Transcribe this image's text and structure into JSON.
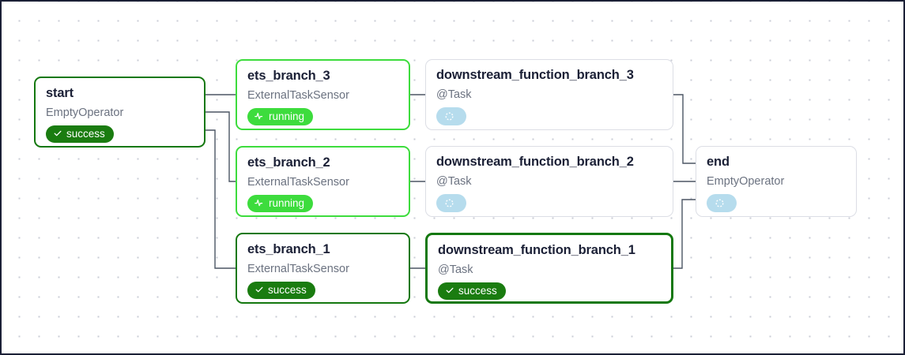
{
  "graph": {
    "background": "#ffffff",
    "border_color": "#1b2036",
    "dot_color": "#c9ccd6",
    "colors": {
      "success": "#1a7c10",
      "running": "#3ddc3d",
      "queued": "#b6dced",
      "edge": "#4b5563",
      "muted_text": "#6b7280",
      "title_text": "#1b2036"
    },
    "nodes": [
      {
        "id": "start",
        "title": "start",
        "type": "EmptyOperator",
        "status": "success",
        "status_label": "success",
        "status_icon": "check-icon"
      },
      {
        "id": "ets_branch_3",
        "title": "ets_branch_3",
        "type": "ExternalTaskSensor",
        "status": "running",
        "status_label": "running",
        "status_icon": "pulse-icon"
      },
      {
        "id": "ets_branch_2",
        "title": "ets_branch_2",
        "type": "ExternalTaskSensor",
        "status": "running",
        "status_label": "running",
        "status_icon": "pulse-icon"
      },
      {
        "id": "ets_branch_1",
        "title": "ets_branch_1",
        "type": "ExternalTaskSensor",
        "status": "success",
        "status_label": "success",
        "status_icon": "check-icon"
      },
      {
        "id": "downstream_function_branch_3",
        "title": "downstream_function_branch_3",
        "type": "@Task",
        "status": "none",
        "status_label": "",
        "status_icon": "dashed-circle-icon"
      },
      {
        "id": "downstream_function_branch_2",
        "title": "downstream_function_branch_2",
        "type": "@Task",
        "status": "none",
        "status_label": "",
        "status_icon": "dashed-circle-icon"
      },
      {
        "id": "downstream_function_branch_1",
        "title": "downstream_function_branch_1",
        "type": "@Task",
        "status": "success",
        "status_label": "success",
        "status_icon": "check-icon"
      },
      {
        "id": "end",
        "title": "end",
        "type": "EmptyOperator",
        "status": "none",
        "status_label": "",
        "status_icon": "dashed-circle-icon"
      }
    ],
    "edges": [
      {
        "from": "start",
        "to": "ets_branch_3"
      },
      {
        "from": "start",
        "to": "ets_branch_2"
      },
      {
        "from": "start",
        "to": "ets_branch_1"
      },
      {
        "from": "ets_branch_3",
        "to": "downstream_function_branch_3"
      },
      {
        "from": "ets_branch_2",
        "to": "downstream_function_branch_2"
      },
      {
        "from": "ets_branch_1",
        "to": "downstream_function_branch_1"
      },
      {
        "from": "downstream_function_branch_3",
        "to": "end"
      },
      {
        "from": "downstream_function_branch_2",
        "to": "end"
      },
      {
        "from": "downstream_function_branch_1",
        "to": "end"
      }
    ]
  }
}
